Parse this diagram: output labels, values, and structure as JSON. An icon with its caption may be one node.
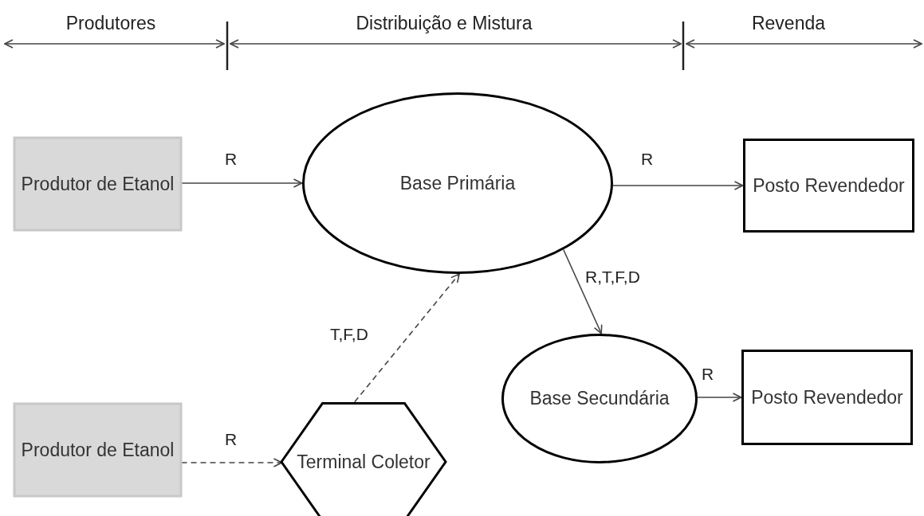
{
  "diagram": {
    "nodes": [
      {
        "text": [
          "Produtor de Etanol"
        ]
      },
      {
        "text": [
          "Base Primária"
        ]
      },
      {
        "text": [
          "Posto Revendedor"
        ]
      },
      {
        "text": [
          "Base Secundária"
        ]
      },
      {
        "text": [
          "Posto Revendedor"
        ]
      },
      {
        "text": [
          "Produtor de Etanol"
        ]
      },
      {
        "text": [
          "Terminal Coletor"
        ]
      }
    ],
    "edges": [
      {
        "from": 0,
        "to": 1,
        "arrow": "to",
        "label": "R"
      },
      {
        "from": 1,
        "to": 2,
        "arrow": "to",
        "label": "R"
      },
      {
        "from": 1,
        "to": 3,
        "arrow": "to",
        "label": "R,T,F,D"
      },
      {
        "from": 6,
        "to": 1,
        "arrow": "to",
        "label": "T,F,D",
        "style": "dashed"
      },
      {
        "from": 3,
        "to": 4,
        "arrow": "to",
        "label": "R"
      },
      {
        "from": 5,
        "to": 6,
        "arrow": "to",
        "label": "R",
        "style": "dashed"
      }
    ],
    "labels": [
      "Produtores",
      "Distribuição e Mistura",
      "Revenda"
    ]
  }
}
